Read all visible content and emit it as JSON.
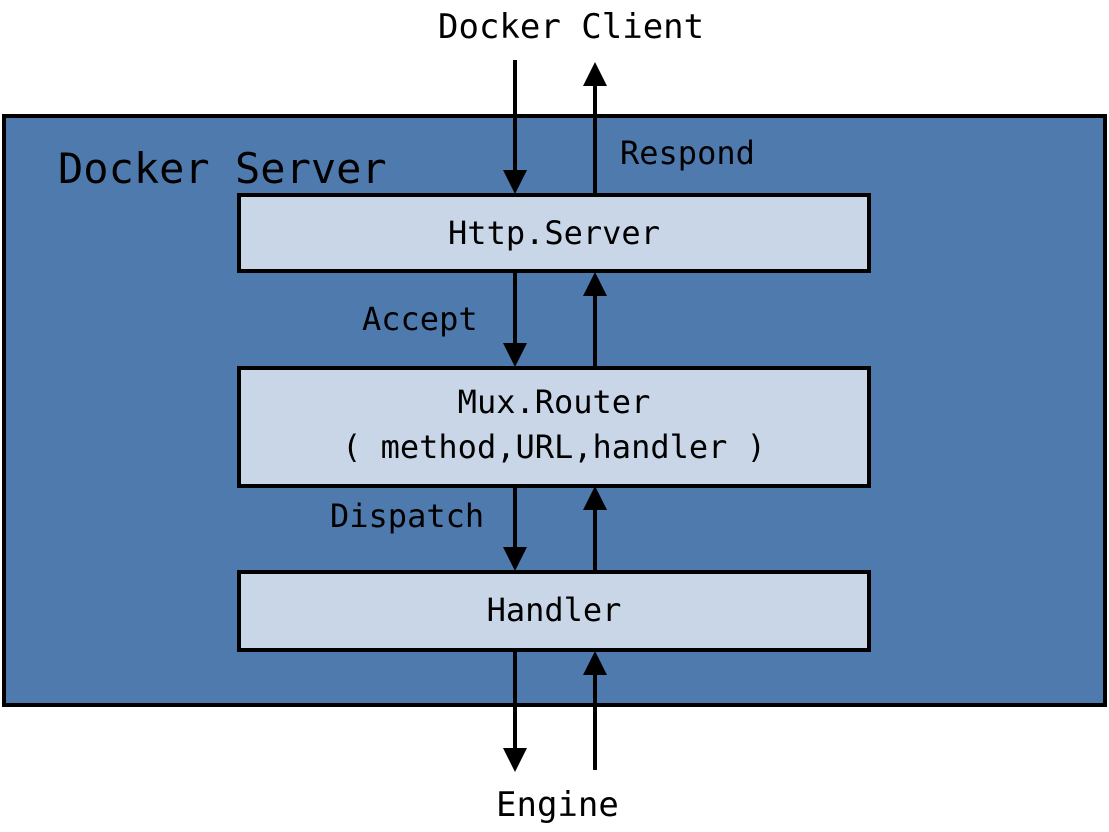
{
  "client": {
    "label": "Docker Client"
  },
  "engine": {
    "label": "Engine"
  },
  "server": {
    "title": "Docker Server"
  },
  "components": {
    "http_server": {
      "label": "Http.Server"
    },
    "mux_router": {
      "label": "Mux.Router",
      "sublabel": "( method,URL,handler )"
    },
    "handler": {
      "label": "Handler"
    }
  },
  "flow_labels": {
    "respond": "Respond",
    "accept": "Accept",
    "dispatch": "Dispatch"
  },
  "colors": {
    "server_fill": "#4f7aae",
    "component_fill": "#c8d6e8",
    "stroke": "#000000"
  }
}
